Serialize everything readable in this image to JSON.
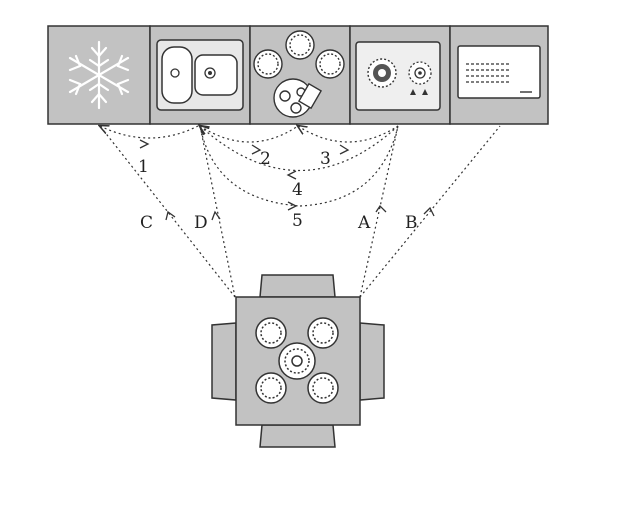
{
  "counter": {
    "units": [
      {
        "name": "refrigerator",
        "icon": "snowflake-icon"
      },
      {
        "name": "sink",
        "icon": "double-sink-icon"
      },
      {
        "name": "prep-area",
        "icon": "plates-and-cutting-board-icon"
      },
      {
        "name": "stove",
        "icon": "gas-stove-icon"
      },
      {
        "name": "microwave",
        "icon": "microwave-icon"
      }
    ]
  },
  "paths": {
    "work_triangle": [
      {
        "id": "1",
        "label": "1"
      },
      {
        "id": "2",
        "label": "2"
      },
      {
        "id": "3",
        "label": "3"
      },
      {
        "id": "4",
        "label": "4"
      },
      {
        "id": "5",
        "label": "5"
      }
    ],
    "table_links": [
      {
        "id": "C",
        "label": "C"
      },
      {
        "id": "D",
        "label": "D"
      },
      {
        "id": "A",
        "label": "A"
      },
      {
        "id": "B",
        "label": "B"
      }
    ]
  },
  "table": {
    "icon": "dining-table-icon",
    "plates": 4,
    "center_dish": 1
  },
  "colors": {
    "line": "#333333",
    "panel": "#bfbfbf",
    "panel_inner": "#e6e6e6"
  }
}
